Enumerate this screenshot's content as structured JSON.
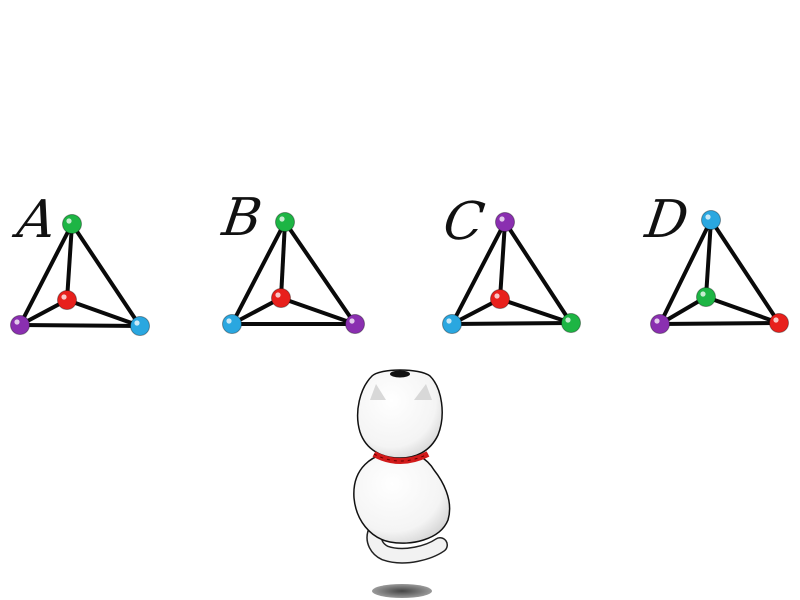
{
  "options": [
    {
      "label": "A",
      "nodes": {
        "top": "green",
        "left": "purple",
        "right": "blue",
        "center": "red"
      }
    },
    {
      "label": "B",
      "nodes": {
        "top": "green",
        "left": "blue",
        "right": "purple",
        "center": "red"
      }
    },
    {
      "label": "C",
      "nodes": {
        "top": "purple",
        "left": "blue",
        "right": "green",
        "center": "red"
      }
    },
    {
      "label": "D",
      "nodes": {
        "top": "blue",
        "left": "purple",
        "right": "red",
        "center": "green"
      }
    }
  ],
  "colors": {
    "green": "#1db544",
    "purple": "#8a2fb0",
    "blue": "#2aa7e0",
    "red": "#e8201c",
    "edge": "#0a0a0a",
    "collar": "#d11a1a"
  },
  "character": {
    "name": "white-cat-icon"
  }
}
